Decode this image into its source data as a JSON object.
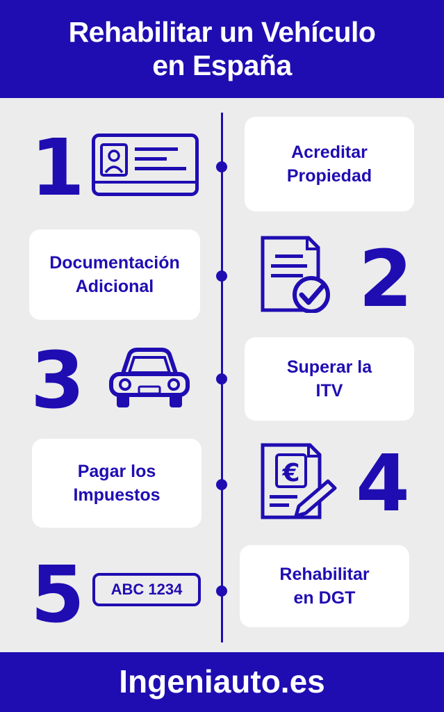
{
  "header": {
    "title_line1": "Rehabilitar un Vehículo",
    "title_line2": "en España"
  },
  "steps": [
    {
      "number": "1",
      "label": "Acreditar\nPropiedad",
      "icon": "id-card-icon"
    },
    {
      "number": "2",
      "label": "Documentación\nAdicional",
      "icon": "document-check-icon"
    },
    {
      "number": "3",
      "label": "Superar la\nITV",
      "icon": "car-icon"
    },
    {
      "number": "4",
      "label": "Pagar los\nImpuestos",
      "icon": "euro-document-pen-icon"
    },
    {
      "number": "5",
      "label": "Rehabilitar\nen DGT",
      "icon": "license-plate-icon",
      "plate_text": "ABC 1234"
    }
  ],
  "footer": {
    "text": "Ingeniauto.es"
  },
  "colors": {
    "brand": "#1f0db2",
    "background": "#ececec",
    "card": "#ffffff"
  }
}
